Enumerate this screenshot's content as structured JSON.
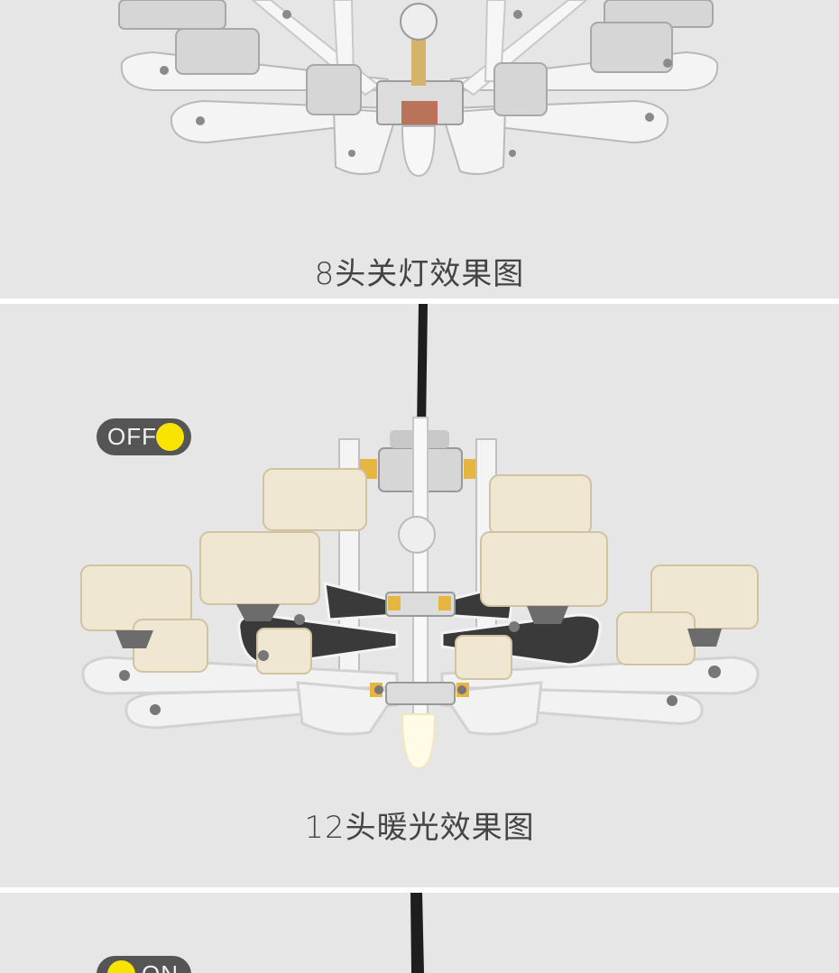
{
  "panels": [
    {
      "caption": "8头关灯效果图"
    },
    {
      "caption": "12头暖光效果图",
      "toggle_label": "OFF"
    },
    {
      "toggle_label": "ON"
    }
  ],
  "colors": {
    "panel_bg": "#e6e6e6",
    "toggle_bg": "#555555",
    "toggle_knob": "#f9e400",
    "caption": "#444444"
  },
  "icons": [
    "chandelier-image",
    "flower-icon"
  ]
}
